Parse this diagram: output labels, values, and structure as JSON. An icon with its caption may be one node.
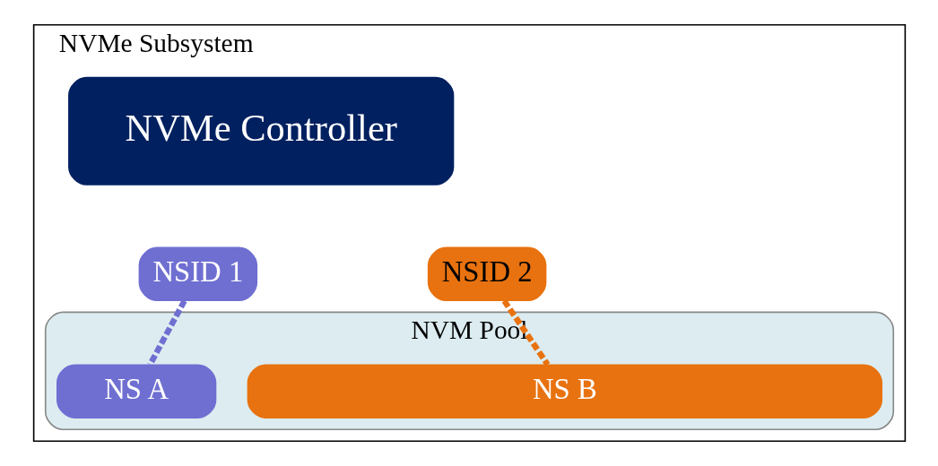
{
  "diagram": {
    "nodes": [
      {
        "text": [
          "NVMe Subsystem"
        ]
      },
      {
        "text": [
          "NVMe Controller"
        ],
        "in": 0
      },
      {
        "text": [
          "NSID 1"
        ],
        "in": 0
      },
      {
        "text": [
          "NSID 2"
        ],
        "in": 0
      },
      {
        "text": [
          "NVM Pool"
        ],
        "in": 0
      },
      {
        "text": [
          "NS A"
        ],
        "in": 4
      },
      {
        "text": [
          "NS B"
        ],
        "in": 4
      }
    ],
    "edges": [
      {
        "from": 2,
        "to": 5,
        "arrow": "none",
        "style": "dashed",
        "color": "#6f6fd2"
      },
      {
        "from": 3,
        "to": 6,
        "arrow": "none",
        "style": "dashed",
        "color": "#e8720f"
      }
    ]
  }
}
